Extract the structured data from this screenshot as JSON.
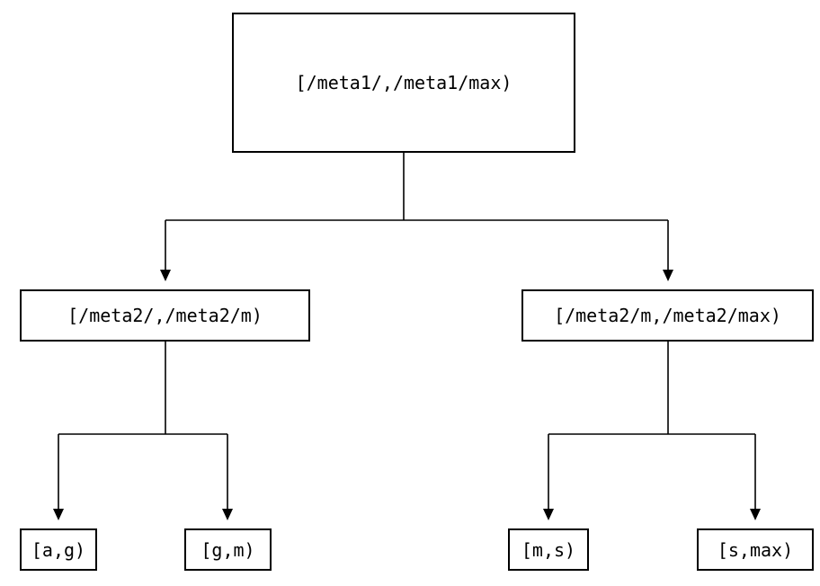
{
  "diagram": {
    "type": "tree",
    "root": {
      "label": "[/meta1/,/meta1/max)"
    },
    "level2": [
      {
        "label": "[/meta2/,/meta2/m)"
      },
      {
        "label": "[/meta2/m,/meta2/max)"
      }
    ],
    "leaves": [
      {
        "label": "[a,g)"
      },
      {
        "label": "[g,m)"
      },
      {
        "label": "[m,s)"
      },
      {
        "label": "[s,max)"
      }
    ],
    "edges": [
      {
        "from": "root",
        "to": "level2.0"
      },
      {
        "from": "root",
        "to": "level2.1"
      },
      {
        "from": "level2.0",
        "to": "leaves.0"
      },
      {
        "from": "level2.0",
        "to": "leaves.1"
      },
      {
        "from": "level2.1",
        "to": "leaves.2"
      },
      {
        "from": "level2.1",
        "to": "leaves.3"
      }
    ],
    "colors": {
      "line": "#000000",
      "box_border": "#000000",
      "background": "#ffffff",
      "text": "#000000"
    }
  }
}
